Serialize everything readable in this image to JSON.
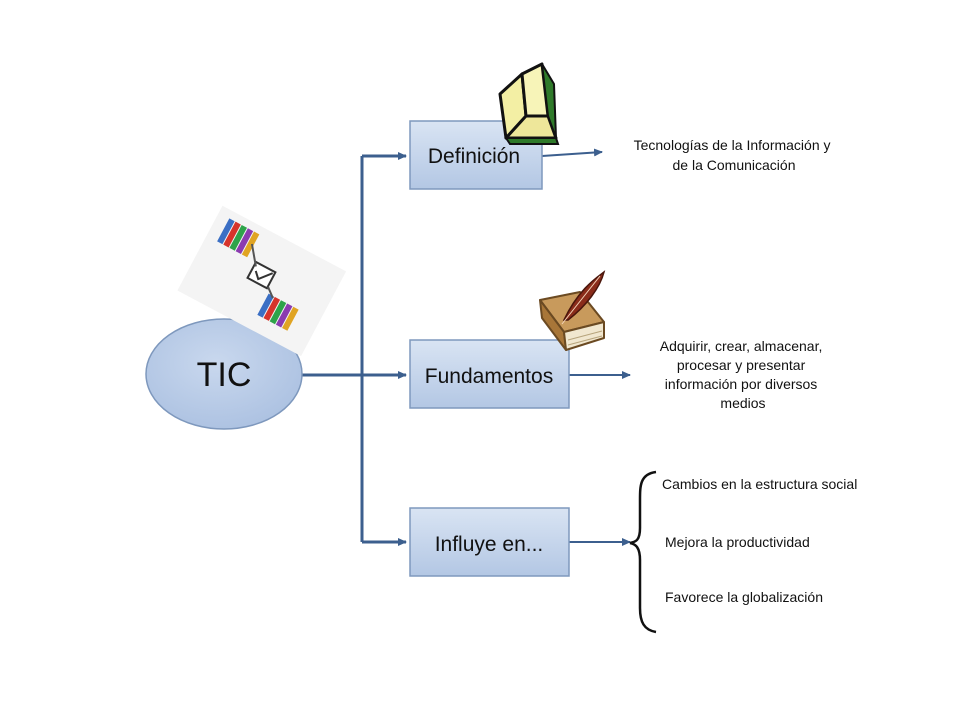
{
  "root": {
    "label": "TIC"
  },
  "branches": [
    {
      "label": "Definición",
      "icon": "open-book-icon",
      "detail": [
        "Tecnologías de la Información y",
        "de la Comunicación"
      ]
    },
    {
      "label": "Fundamentos",
      "icon": "book-quill-icon",
      "detail": [
        "Adquirir, crear, almacenar,",
        "procesar y presentar",
        "información por diversos",
        "medios"
      ]
    },
    {
      "label": "Influye en...",
      "icon": "",
      "items": [
        "Cambios en la estructura social",
        "Mejora la productividad",
        "Favorece la globalización"
      ]
    }
  ],
  "decor": {
    "root_icon": "books-network-icon"
  },
  "colors": {
    "box_fill": "#c3d3ea",
    "box_stroke": "#7e98bd",
    "connector": "#3c5f8e",
    "text": "#111111"
  }
}
